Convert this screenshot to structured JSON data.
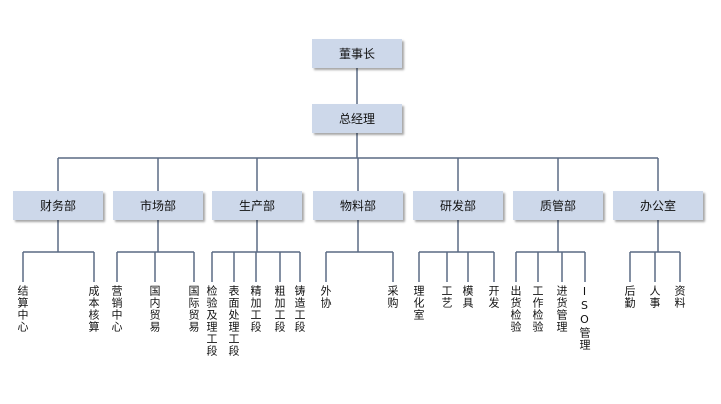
{
  "root": {
    "label": "董事长"
  },
  "gm": {
    "label": "总经理"
  },
  "departments": [
    {
      "label": "财务部",
      "children": [
        [
          "结算中心"
        ],
        [
          "成本核算"
        ]
      ]
    },
    {
      "label": "市场部",
      "children": [
        [
          "营销中心"
        ],
        [
          "国内贸易"
        ],
        [
          "国际贸易"
        ]
      ]
    },
    {
      "label": "生产部",
      "children": [
        [
          "检验及理工段"
        ],
        [
          "表面处理工段"
        ],
        [
          "精加工段"
        ],
        [
          "粗加工段"
        ],
        [
          "铸造工段"
        ]
      ]
    },
    {
      "label": "物料部",
      "children": [
        [
          "外协"
        ],
        [
          "采购"
        ]
      ]
    },
    {
      "label": "研发部",
      "children": [
        [
          "理化室"
        ],
        [
          "工艺"
        ],
        [
          "模具"
        ],
        [
          "开发"
        ]
      ]
    },
    {
      "label": "质管部",
      "children": [
        [
          "出货检验"
        ],
        [
          "工作检验"
        ],
        [
          "进货管理"
        ],
        [
          "ISO管理"
        ]
      ]
    },
    {
      "label": "办公室",
      "children": [
        [
          "后勤"
        ],
        [
          "人事"
        ],
        [
          "资料"
        ]
      ]
    }
  ]
}
